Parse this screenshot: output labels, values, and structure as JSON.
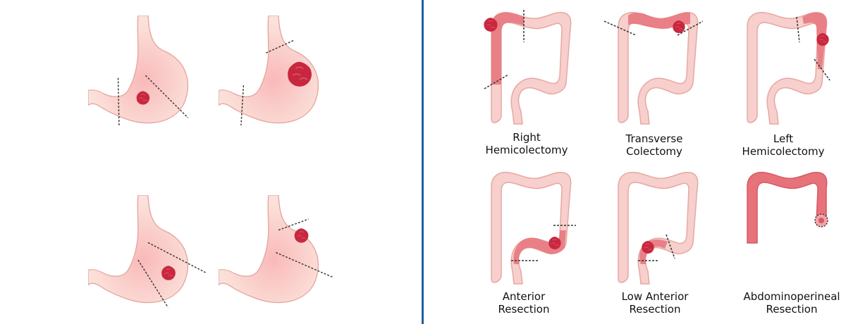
{
  "colors": {
    "divider": "#1f5fa0",
    "stomach_wall": "#f7d6d2",
    "stomach_outline": "#e6a8a1",
    "colon_light": "#f7cfcc",
    "colon_highlight": "#e8727a",
    "tumor": "#c8283f",
    "cut_line": "#333333"
  },
  "colon_procedures": [
    {
      "line1": "Right",
      "line2": "Hemicolectomy"
    },
    {
      "line1": "Transverse",
      "line2": "Colectomy"
    },
    {
      "line1": "Left",
      "line2": "Hemicolectomy"
    },
    {
      "line1": "Anterior",
      "line2": "Resection"
    },
    {
      "line1": "Low Anterior",
      "line2": "Resection"
    },
    {
      "line1": "Abdominoperineal",
      "line2": "Resection"
    }
  ]
}
